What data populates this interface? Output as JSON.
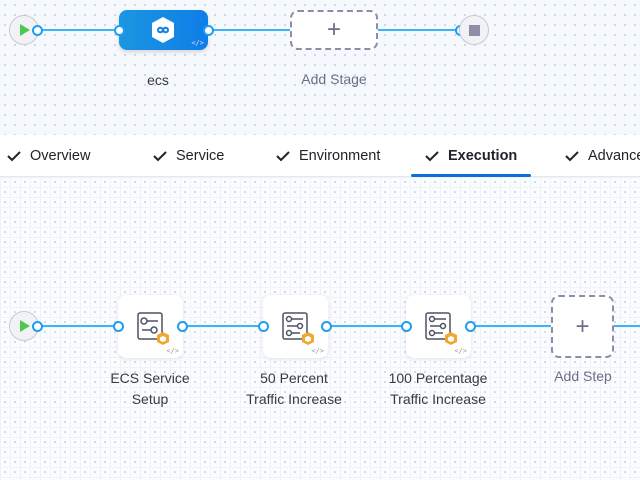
{
  "stages": {
    "items": [
      {
        "label": "ecs",
        "icon": "ecs-infinity-icon",
        "selected": true
      }
    ],
    "add_label": "Add Stage"
  },
  "tabs": [
    {
      "label": "Overview",
      "completed": true
    },
    {
      "label": "Service",
      "completed": true
    },
    {
      "label": "Environment",
      "completed": true
    },
    {
      "label": "Execution",
      "completed": true,
      "active": true
    },
    {
      "label": "Advanced",
      "completed": true
    }
  ],
  "steps": {
    "items": [
      {
        "line1": "ECS Service",
        "line2": "Setup"
      },
      {
        "line1": "50 Percent",
        "line2": "Traffic Increase"
      },
      {
        "line1": "100 Percentage",
        "line2": "Traffic Increase"
      }
    ],
    "add_label": "Add Step"
  },
  "colors": {
    "accent": "#0b70d6",
    "connector": "#3ab4f2",
    "stage": "#1b96e0",
    "badge": "#f0a830"
  }
}
